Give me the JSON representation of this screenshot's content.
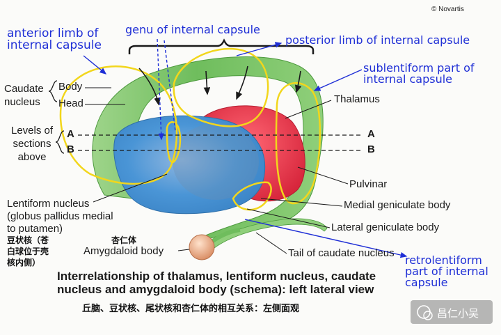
{
  "copyright": "© Novartis",
  "annotations": {
    "anterior_limb": [
      "anterior limb of",
      "internal capsule"
    ],
    "genu": "genu of internal capsule",
    "posterior_limb": "posterior limb of internal capsule",
    "sublentiform": [
      "sublentiform part of",
      "internal capsule"
    ],
    "retrolentiform": [
      "retrolentiform",
      "part of internal",
      "capsule"
    ]
  },
  "labels": {
    "caudate_nucleus": [
      "Caudate",
      "nucleus"
    ],
    "body": "Body",
    "head": "Head",
    "levels": [
      "Levels of",
      "sections",
      "above"
    ],
    "level_a": "A",
    "level_b": "B",
    "thalamus": "Thalamus",
    "pulvinar": "Pulvinar",
    "medial_geniculate": "Medial geniculate body",
    "lateral_geniculate": "Lateral geniculate body",
    "tail_caudate": "Tail of caudate nucleus",
    "lentiform": [
      "Lentiform nucleus",
      "(globus pallidus medial",
      "to putamen)"
    ],
    "lentiform_cn": [
      "豆状核（苍",
      "白球位于壳",
      "核内侧）"
    ],
    "amygdaloid_cn": "杏仁体",
    "amygdaloid": "Amygdaloid body"
  },
  "caption": {
    "line1": "Interrelationship of thalamus, lentiform nucleus, caudate",
    "line2": "nucleus and amygdaloid body (schema): left lateral view",
    "cn": "丘脑、豆状核、尾状核和杏仁体的相互关系：左侧面观"
  },
  "watermark": "昌仁小吴",
  "colors": {
    "caudate": "#7fc36b",
    "thalamus": "#e8364d",
    "lentiform": "#4f9ad6",
    "amygdala": "#e9a27e",
    "annotation": "#1f2fd6",
    "outline": "#f2d61c"
  }
}
